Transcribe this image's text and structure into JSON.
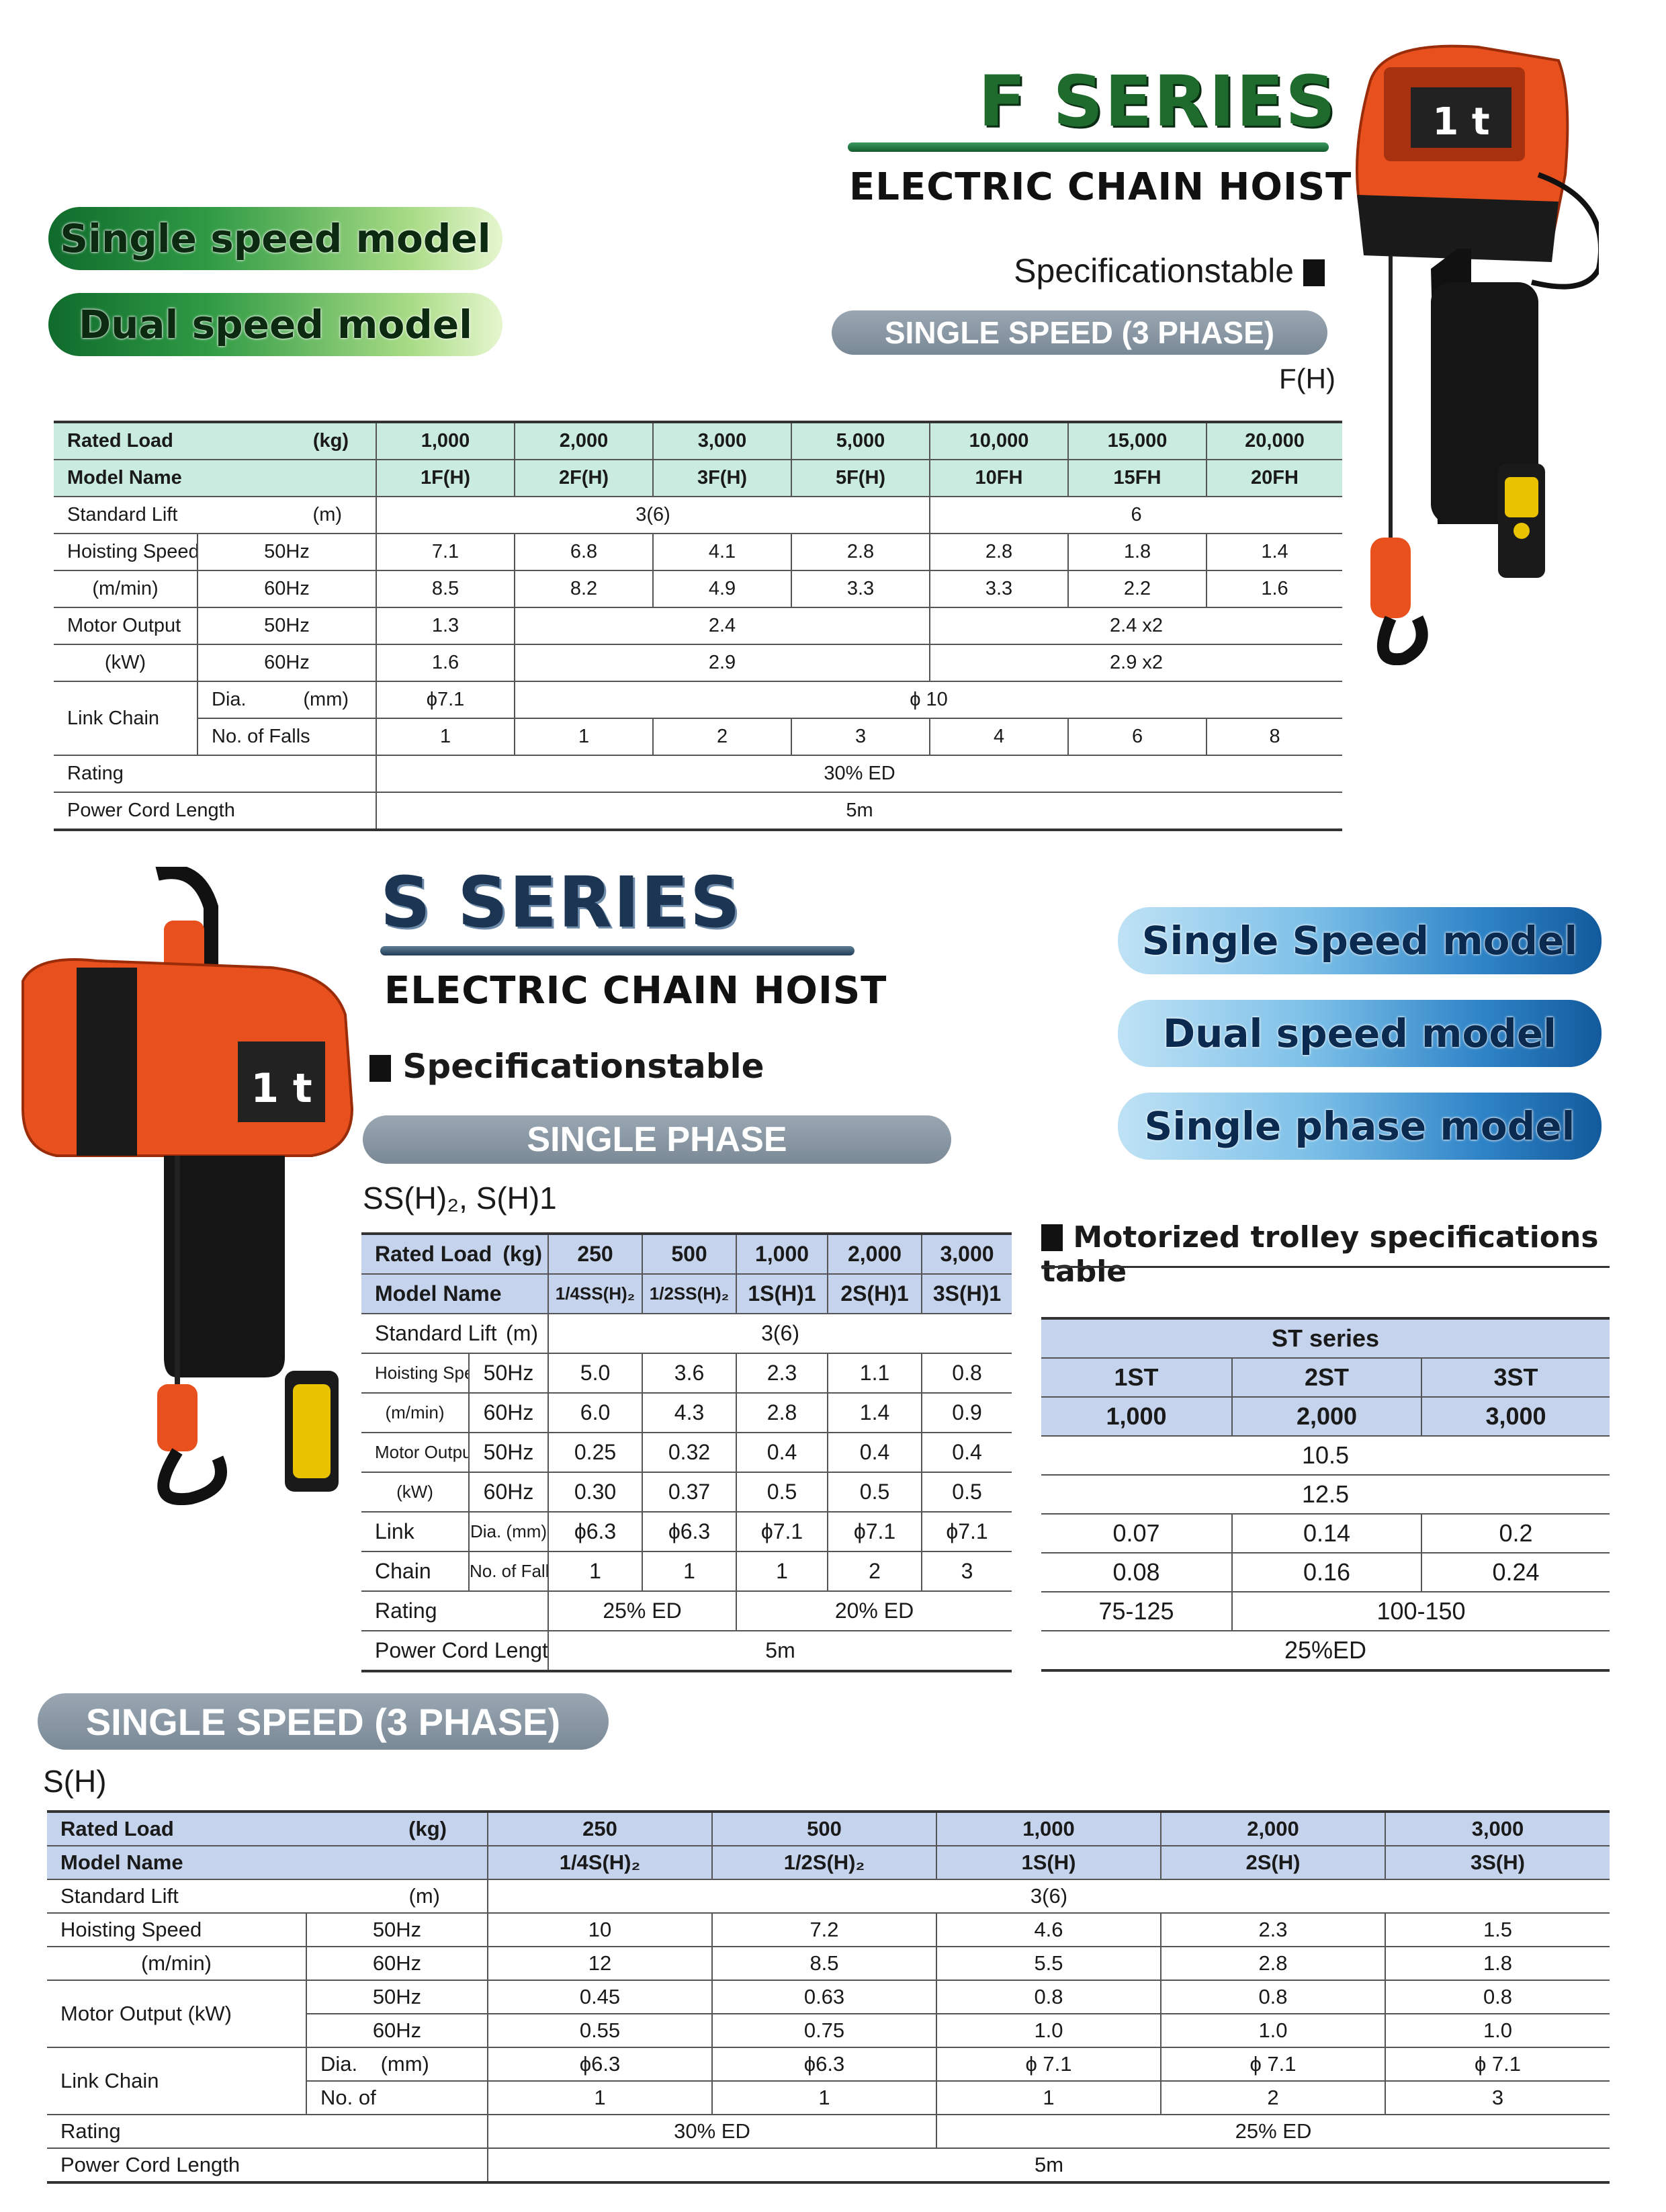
{
  "f_series": {
    "title": "F SERIES",
    "subtitle": "ELECTRIC CHAIN HOIST",
    "spec_label": "Specificationstable",
    "phase_label": "SINGLE SPEED (3 PHASE)",
    "model_code": "F(H)",
    "pills": [
      "Single speed model",
      "Dual speed model"
    ],
    "hoist_badge": "1 t",
    "table": {
      "rated_load_label": "Rated Load",
      "rated_load_unit": "(kg)",
      "rated_loads": [
        "1,000",
        "2,000",
        "3,000",
        "5,000",
        "10,000",
        "15,000",
        "20,000"
      ],
      "model_name_label": "Model Name",
      "model_names": [
        "1F(H)",
        "2F(H)",
        "3F(H)",
        "5F(H)",
        "10FH",
        "15FH",
        "20FH"
      ],
      "standard_lift_label": "Standard Lift",
      "standard_lift_unit": "(m)",
      "standard_lift": [
        "3(6)",
        "6"
      ],
      "hoisting_speed_label": "Hoisting Speed",
      "hoisting_speed_unit": "(m/min)",
      "hz50": "50Hz",
      "hz60": "60Hz",
      "hoist_50": [
        "7.1",
        "6.8",
        "4.1",
        "2.8",
        "2.8",
        "1.8",
        "1.4"
      ],
      "hoist_60": [
        "8.5",
        "8.2",
        "4.9",
        "3.3",
        "3.3",
        "2.2",
        "1.6"
      ],
      "motor_label": "Motor Output",
      "motor_unit": "(kW)",
      "motor_50": [
        "1.3",
        "2.4",
        "2.4 x2"
      ],
      "motor_60": [
        "1.6",
        "2.9",
        "2.9 x2"
      ],
      "link_chain_label": "Link Chain",
      "dia_label": "Dia.",
      "dia_unit": "(mm)",
      "dia": [
        "ϕ7.1",
        "ϕ 10"
      ],
      "falls_label": "No. of Falls",
      "falls": [
        "1",
        "1",
        "2",
        "3",
        "4",
        "6",
        "8"
      ],
      "rating_label": "Rating",
      "rating": "30% ED",
      "cord_label": "Power Cord Length",
      "cord": "5m"
    }
  },
  "s_series": {
    "title": "S SERIES",
    "subtitle": "ELECTRIC CHAIN HOIST",
    "spec_label": "Specificationstable",
    "phase_label": "SINGLE PHASE",
    "model_code": "SS(H)₂, S(H)1",
    "pills": [
      "Single Speed model",
      "Dual speed model",
      "Single phase model"
    ],
    "hoist_badge": "1 t",
    "table": {
      "rated_load_label": "Rated Load",
      "rated_load_unit": "(kg)",
      "rated_loads": [
        "250",
        "500",
        "1,000",
        "2,000",
        "3,000"
      ],
      "model_name_label": "Model Name",
      "model_names": [
        "1/4SS(H)₂",
        "1/2SS(H)₂",
        "1S(H)1",
        "2S(H)1",
        "3S(H)1"
      ],
      "standard_lift_label": "Standard Lift",
      "standard_lift_unit": "(m)",
      "standard_lift": "3(6)",
      "hoisting_speed_label": "Hoisting Speed",
      "hoisting_speed_unit": "(m/min)",
      "hz50": "50Hz",
      "hz60": "60Hz",
      "hoist_50": [
        "5.0",
        "3.6",
        "2.3",
        "1.1",
        "0.8"
      ],
      "hoist_60": [
        "6.0",
        "4.3",
        "2.8",
        "1.4",
        "0.9"
      ],
      "motor_label": "Motor Output",
      "motor_unit": "(kW)",
      "motor_50": [
        "0.25",
        "0.32",
        "0.4",
        "0.4",
        "0.4"
      ],
      "motor_60": [
        "0.30",
        "0.37",
        "0.5",
        "0.5",
        "0.5"
      ],
      "link_label": "Link",
      "chain_label": "Chain",
      "dia_label": "Dia. (mm)",
      "dia": [
        "ϕ6.3",
        "ϕ6.3",
        "ϕ7.1",
        "ϕ7.1",
        "ϕ7.1"
      ],
      "falls_label": "No. of Falls",
      "falls": [
        "1",
        "1",
        "1",
        "2",
        "3"
      ],
      "rating_label": "Rating",
      "rating": [
        "25% ED",
        "20% ED"
      ],
      "cord_label": "Power Cord Length",
      "cord": "5m"
    }
  },
  "trolley": {
    "title": "Motorized trolley specifications table",
    "series": "ST  series",
    "models": [
      "1ST",
      "2ST",
      "3ST"
    ],
    "loads": [
      "1,000",
      "2,000",
      "3,000"
    ],
    "row1": "10.5",
    "row2": "12.5",
    "row3": [
      "0.07",
      "0.14",
      "0.2"
    ],
    "row4": [
      "0.08",
      "0.16",
      "0.24"
    ],
    "row5": [
      "75-125",
      "100-150"
    ],
    "row6": "25%ED"
  },
  "sh_series": {
    "phase_label": "SINGLE SPEED (3 PHASE)",
    "model_code": "S(H)",
    "table": {
      "rated_load_label": "Rated Load",
      "rated_load_unit": "(kg)",
      "rated_loads": [
        "250",
        "500",
        "1,000",
        "2,000",
        "3,000"
      ],
      "model_name_label": "Model Name",
      "model_names": [
        "1/4S(H)₂",
        "1/2S(H)₂",
        "1S(H)",
        "2S(H)",
        "3S(H)"
      ],
      "standard_lift_label": "Standard Lift",
      "standard_lift_unit": "(m)",
      "standard_lift": "3(6)",
      "hoisting_speed_label": "Hoisting Speed",
      "hoisting_speed_unit": "(m/min)",
      "hz50": "50Hz",
      "hz60": "60Hz",
      "hoist_50": [
        "10",
        "7.2",
        "4.6",
        "2.3",
        "1.5"
      ],
      "hoist_60": [
        "12",
        "8.5",
        "5.5",
        "2.8",
        "1.8"
      ],
      "motor_label": "Motor Output  (kW)",
      "motor_50": [
        "0.45",
        "0.63",
        "0.8",
        "0.8",
        "0.8"
      ],
      "motor_60": [
        "0.55",
        "0.75",
        "1.0",
        "1.0",
        "1.0"
      ],
      "link_chain_label": "Link Chain",
      "dia_label": "Dia.    (mm)",
      "dia": [
        "ϕ6.3",
        "ϕ6.3",
        "ϕ 7.1",
        "ϕ 7.1",
        "ϕ 7.1"
      ],
      "falls_label": "No. of",
      "falls": [
        "1",
        "1",
        "1",
        "2",
        "3"
      ],
      "rating_label": "Rating",
      "rating": [
        "30% ED",
        "25% ED"
      ],
      "cord_label": "Power Cord Length",
      "cord": "5m"
    }
  },
  "colors": {
    "f_title": "#1f6b2e",
    "s_title": "#1b3553",
    "hoist_orange": "#e8501e",
    "f_header": "#c9ebe0",
    "s_header": "#c5d4ec"
  }
}
